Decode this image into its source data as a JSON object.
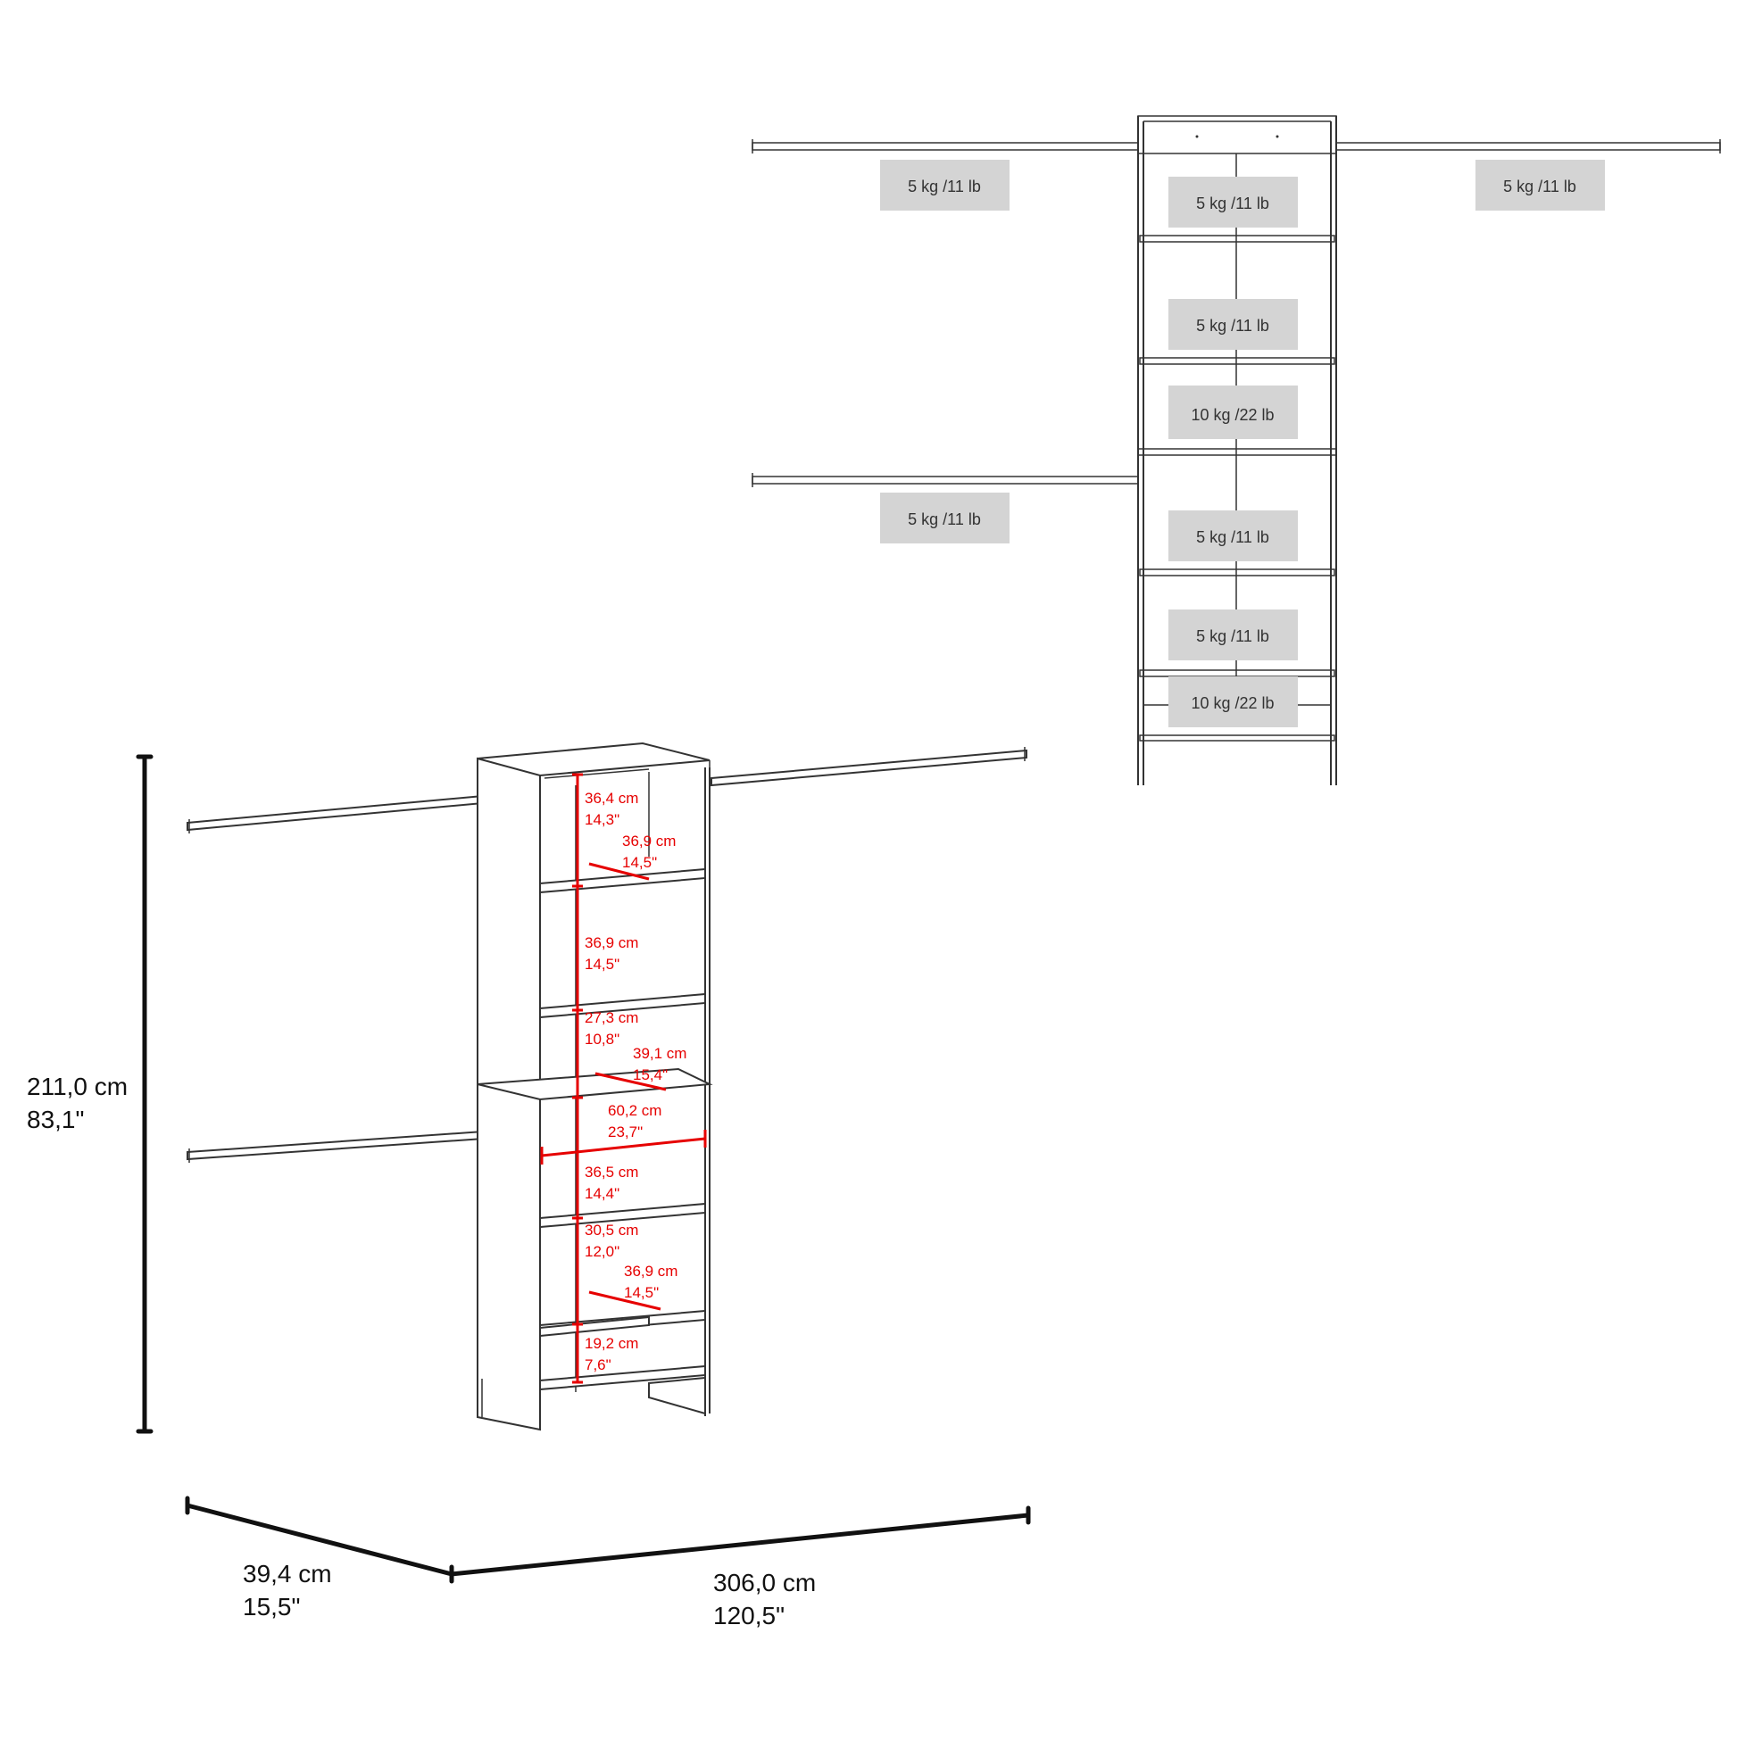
{
  "front_view": {
    "load_labels": {
      "rod_top_left": "5 kg /11 lb",
      "rod_top_right": "5 kg /11 lb",
      "rod_bottom_left": "5 kg /11 lb",
      "shelf_1": "5 kg /11 lb",
      "shelf_2": "5 kg /11 lb",
      "shelf_3": "10 kg /22 lb",
      "shelf_4": "5 kg /11 lb",
      "shelf_5": "5 kg /11 lb",
      "shelf_6": "10 kg /22 lb"
    }
  },
  "isometric_view": {
    "compartments": [
      {
        "cm": "36,4 cm",
        "in": "14,3\""
      },
      {
        "cm": "36,9 cm",
        "in": "14,5\""
      },
      {
        "cm": "27,3 cm",
        "in": "10,8\""
      },
      {
        "cm": "36,5 cm",
        "in": "14,4\""
      },
      {
        "cm": "30,5 cm",
        "in": "12,0\""
      },
      {
        "cm": "19,2 cm",
        "in": "7,6\""
      }
    ],
    "depths": [
      {
        "cm": "36,9 cm",
        "in": "14,5\""
      },
      {
        "cm": "39,1 cm",
        "in": "15,4\""
      },
      {
        "cm": "36,9 cm",
        "in": "14,5\""
      }
    ],
    "unit_width": {
      "cm": "60,2 cm",
      "in": "23,7\""
    }
  },
  "overall": {
    "height": {
      "cm": "211,0 cm",
      "in": "83,1\""
    },
    "depth": {
      "cm": "39,4 cm",
      "in": "15,5\""
    },
    "width": {
      "cm": "306,0 cm",
      "in": "120,5\""
    }
  }
}
